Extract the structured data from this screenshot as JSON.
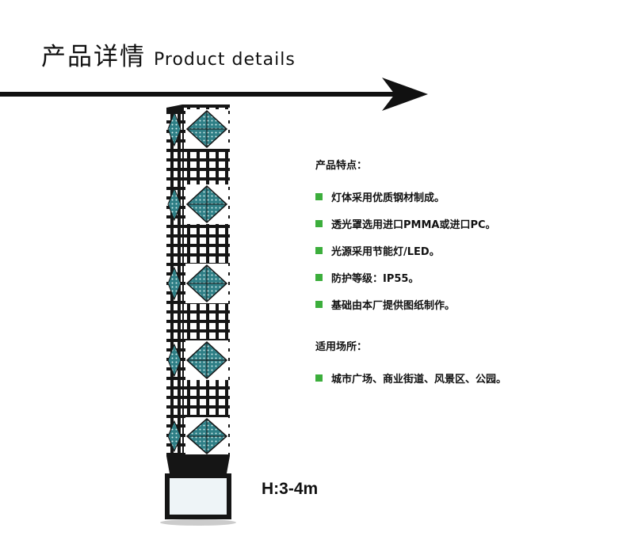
{
  "header": {
    "title_cn": "产品详情",
    "title_en": "Product details"
  },
  "features": {
    "heading": "产品特点：",
    "items": [
      "灯体采用优质钢材制成。",
      "透光罩选用进口PMMA或进口PC。",
      "光源采用节能灯/LED。",
      "防护等级：IP55。",
      "基础由本厂提供图纸制作。"
    ]
  },
  "applications": {
    "heading": "适用场所：",
    "items": [
      "城市广场、商业街道、风景区、公园。"
    ]
  },
  "product": {
    "height_label": "H:3-4m"
  },
  "colors": {
    "bullet": "#3cae3c",
    "panel_teal": "#2f7f86",
    "lamp_body": "#151515"
  }
}
